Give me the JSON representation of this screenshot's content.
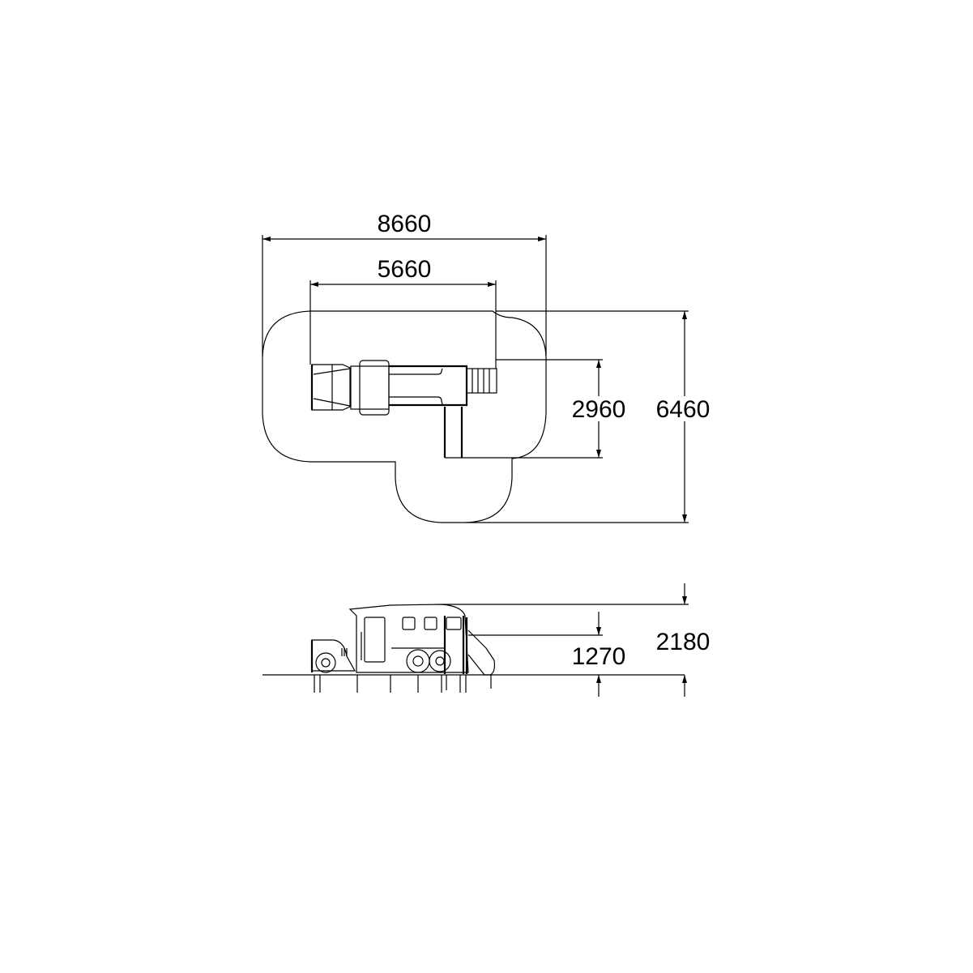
{
  "plan_view": {
    "dimensions": {
      "overall_length": "8660",
      "structure_length": "5660",
      "structure_width": "2960",
      "overall_width": "6460"
    }
  },
  "side_view": {
    "dimensions": {
      "overall_height": "2180",
      "platform_height": "1270"
    }
  },
  "colors": {
    "line": "#000000",
    "background": "#ffffff"
  }
}
